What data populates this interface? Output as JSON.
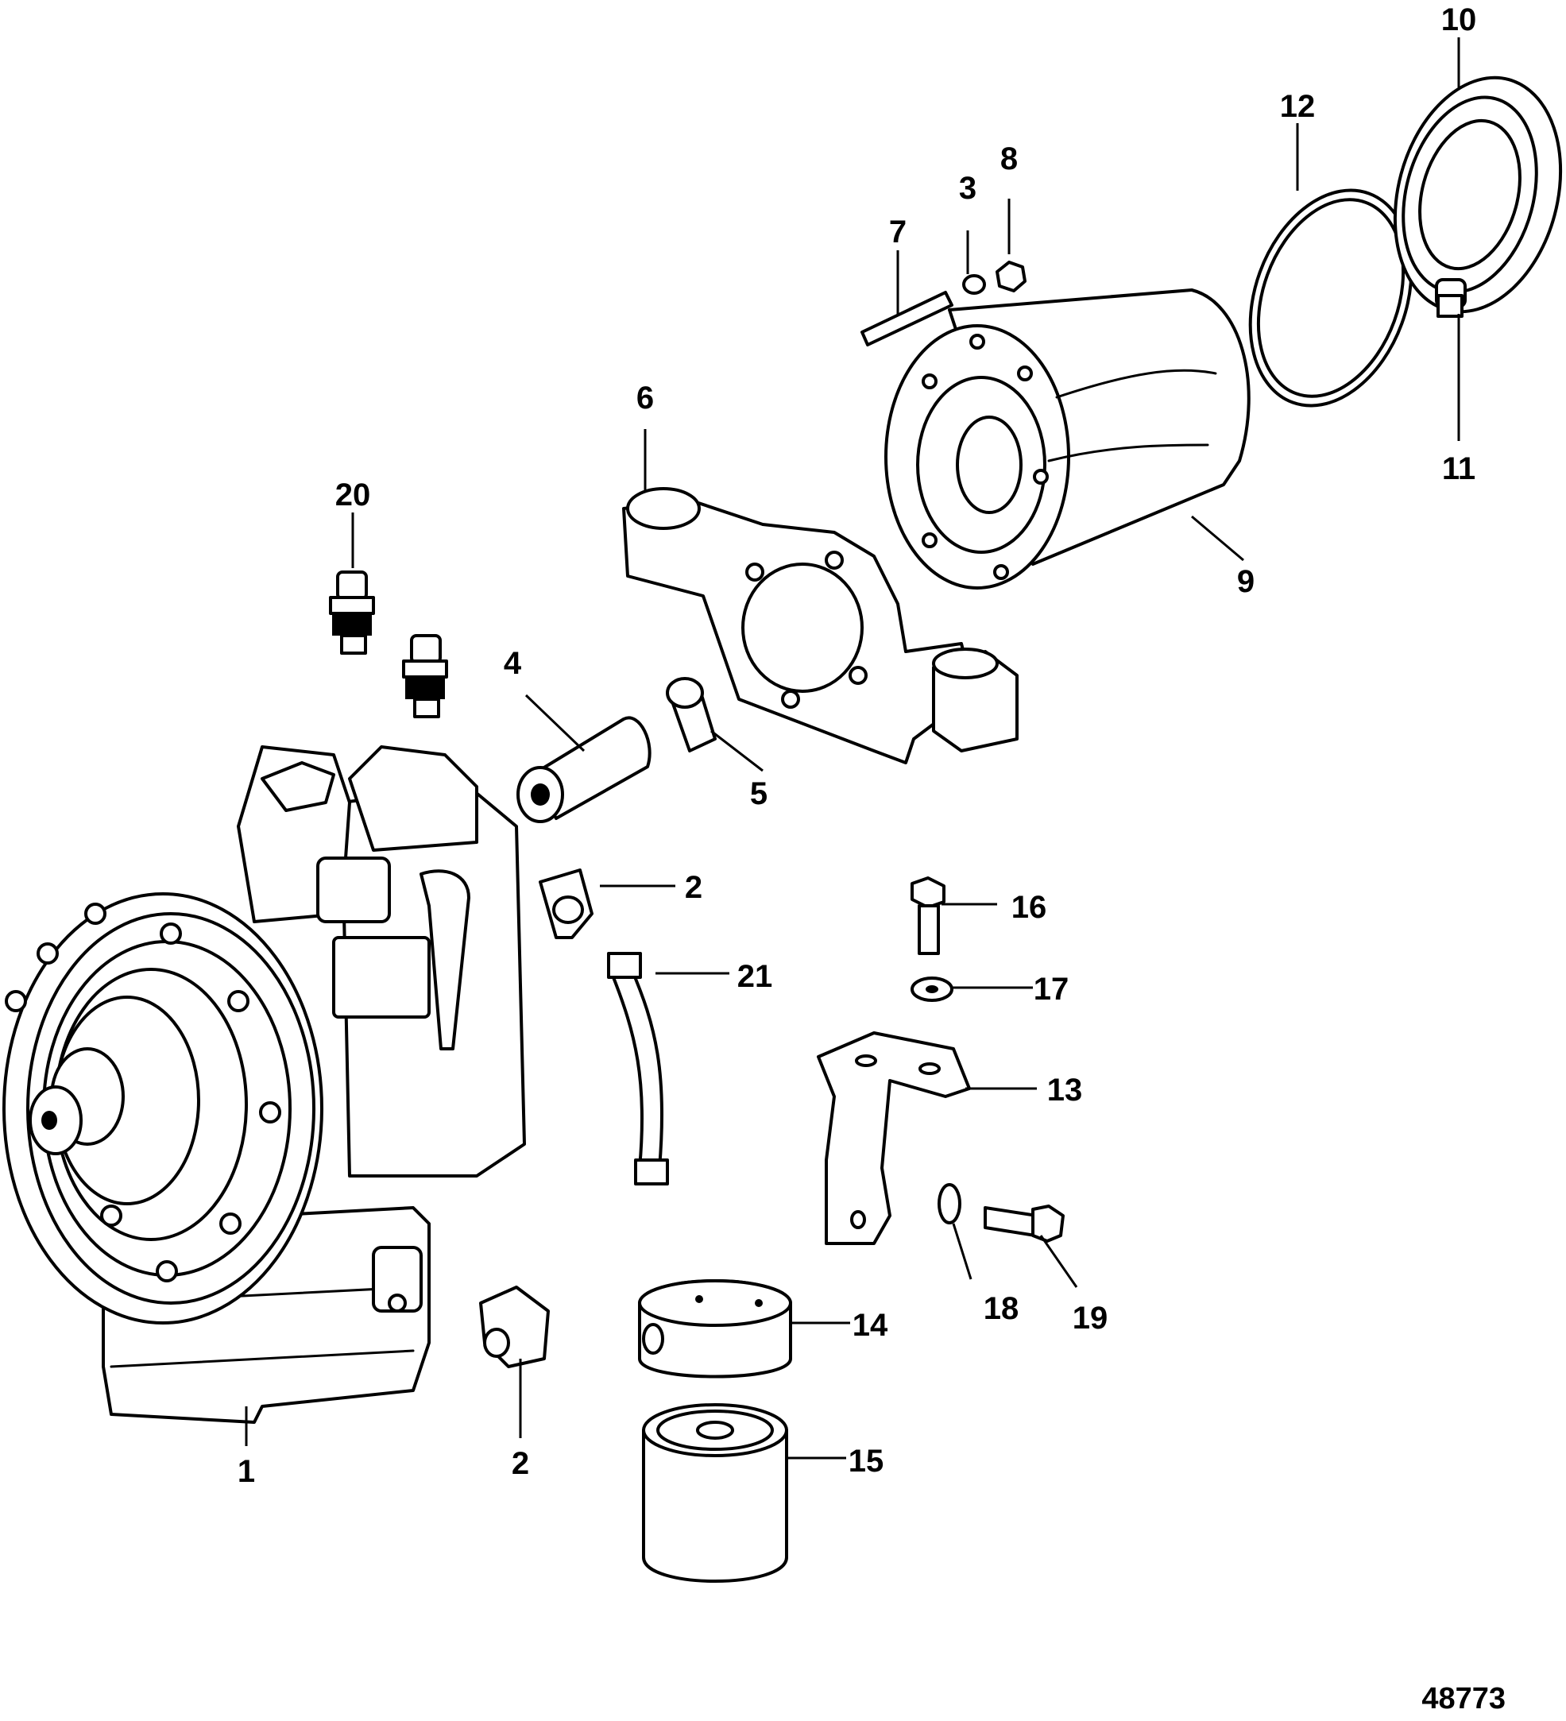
{
  "figure_number": "48773",
  "callouts": [
    {
      "id": "c1",
      "label": "1"
    },
    {
      "id": "c2a",
      "label": "2"
    },
    {
      "id": "c2b",
      "label": "2"
    },
    {
      "id": "c3",
      "label": "3"
    },
    {
      "id": "c4",
      "label": "4"
    },
    {
      "id": "c5",
      "label": "5"
    },
    {
      "id": "c6",
      "label": "6"
    },
    {
      "id": "c7",
      "label": "7"
    },
    {
      "id": "c8",
      "label": "8"
    },
    {
      "id": "c9",
      "label": "9"
    },
    {
      "id": "c10",
      "label": "10"
    },
    {
      "id": "c11",
      "label": "11"
    },
    {
      "id": "c12",
      "label": "12"
    },
    {
      "id": "c13",
      "label": "13"
    },
    {
      "id": "c14",
      "label": "14"
    },
    {
      "id": "c15",
      "label": "15"
    },
    {
      "id": "c16",
      "label": "16"
    },
    {
      "id": "c17",
      "label": "17"
    },
    {
      "id": "c18",
      "label": "18"
    },
    {
      "id": "c19",
      "label": "19"
    },
    {
      "id": "c20",
      "label": "20"
    },
    {
      "id": "c21",
      "label": "21"
    }
  ]
}
